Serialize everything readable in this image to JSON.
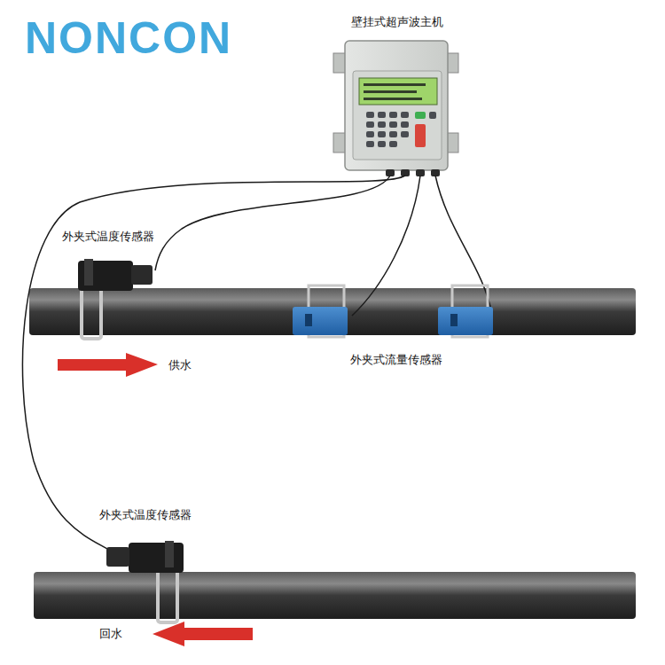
{
  "diagram": {
    "labels": [
      "NONCON",
      "壁挂式超声波主机",
      "外夹式温度传感器",
      "外夹式流量传感器",
      "供水",
      "外夹式温度传感器",
      "回水"
    ]
  }
}
